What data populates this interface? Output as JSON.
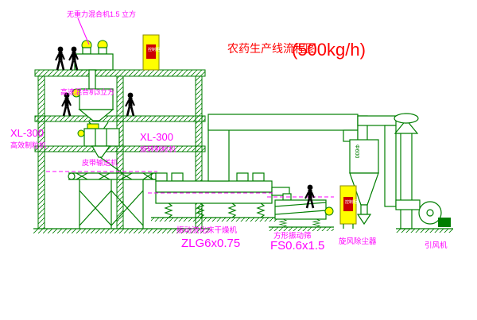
{
  "title": {
    "name": "农药生产线流程图",
    "capacity": "(500kg/h)"
  },
  "equipment": {
    "top_mixer": {
      "label": "无重力混合机1.5 立方"
    },
    "high_speed_mixer": {
      "label": "高速混合机3立方"
    },
    "left_granulator": {
      "model": "XL-300",
      "label": "高效制粒机"
    },
    "rotary_granulator": {
      "model": "XL-300",
      "label": "旋转制粒机"
    },
    "belt_conveyor": {
      "label": "皮带输送机"
    },
    "fluid_bed_dryer": {
      "label": "振动流化床干燥机",
      "model": "ZLG6x0.75"
    },
    "vibrating_screen": {
      "label": "方形振动筛",
      "model": "FS0.6x1.5"
    },
    "cyclone": {
      "label": "旋风除尘器",
      "duct_size": "Φ600"
    },
    "fan": {
      "label": "引风机"
    },
    "control_cabinet_1": {
      "label": "控制柜"
    },
    "control_cabinet_2": {
      "label": "控制柜"
    }
  },
  "colors": {
    "line": "#007e00",
    "label": "#ff00ff",
    "title": "#ff0000",
    "equipment_highlight": "#ffff00",
    "figure": "#000000"
  }
}
